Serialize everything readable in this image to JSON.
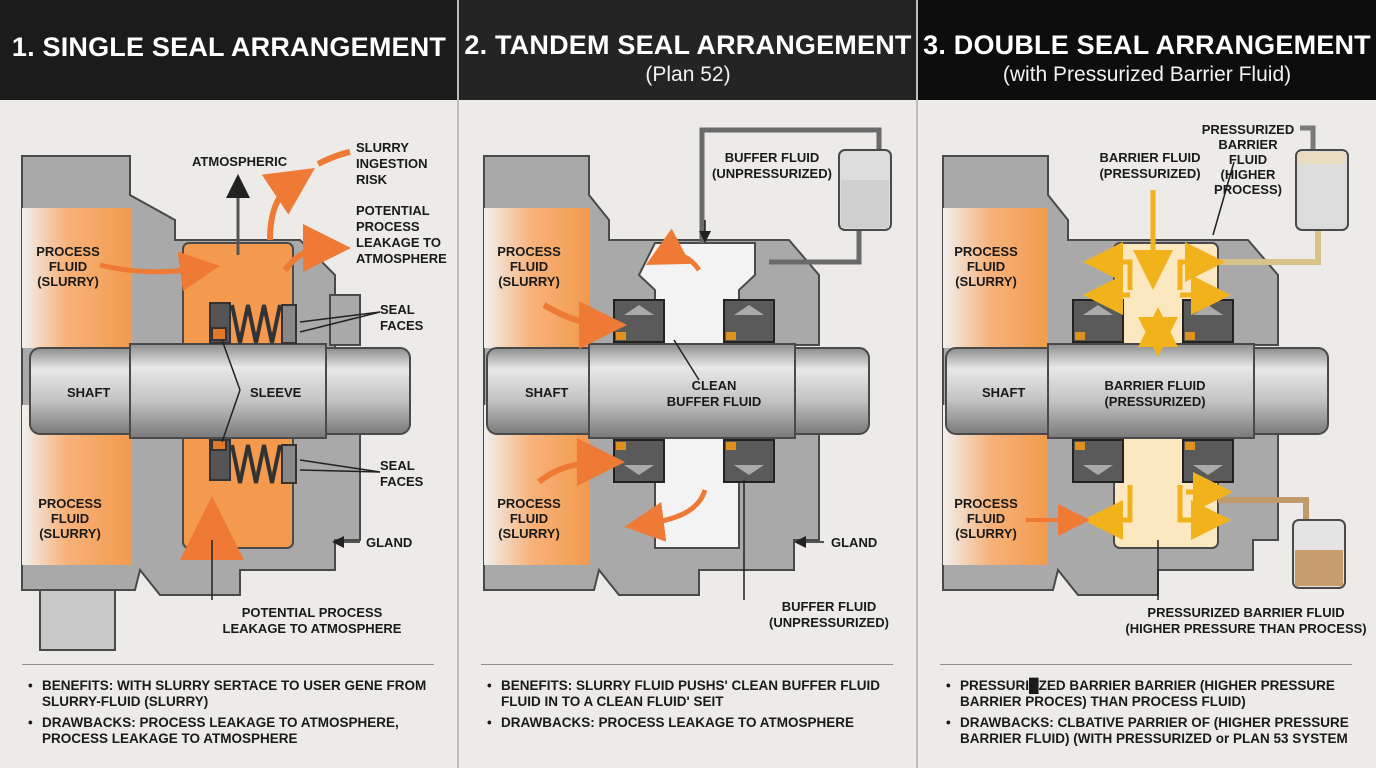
{
  "panels": [
    {
      "title": "1. SINGLE SEAL ARRANGEMENT",
      "subtitle": "",
      "labels": {
        "atmospheric": "ATMOSPHERIC",
        "slurry_risk": [
          "SLURRY",
          "INGESTION",
          "RISK"
        ],
        "potential_leak_top": [
          "POTENTIAL",
          "PROCESS",
          "LEAKAGE TO",
          "ATMOSPHERE"
        ],
        "process_fluid_top": [
          "PROCESS",
          "FLUID",
          "(SLURRY)"
        ],
        "seal_faces_top": [
          "SEAL",
          "FACES"
        ],
        "shaft": "SHAFT",
        "sleeve": "SLEEVE",
        "seal_faces_bottom": [
          "SEAL",
          "FACES"
        ],
        "process_fluid_bottom": [
          "PROCESS",
          "FLUID",
          "(SLURRY)"
        ],
        "gland": "GLAND",
        "potential_leak_bottom": [
          "POTENTIAL PROCESS",
          "LEAKAGE TO ATMOSPHERE"
        ]
      },
      "benefits": "BENEFITS: WITH SLURRY SERTACE TO USER GENE FROM SLURRY-FLUID (SLURRY)",
      "drawbacks": "DRAWBACKS: PROCESS LEAKAGE TO ATMOSPHERE, PROCESS LEAKAGE TO ATMOSPHERE"
    },
    {
      "title": "2. TANDEM SEAL ARRANGEMENT",
      "subtitle": "(Plan 52)",
      "labels": {
        "buffer_top": [
          "BUFFER FLUID",
          "(UNPRESSURIZED)"
        ],
        "process_fluid_top": [
          "PROCESS",
          "FLUID",
          "(SLURRY)"
        ],
        "shaft": "SHAFT",
        "clean_buffer": [
          "CLEAN",
          "BUFFER FLUID"
        ],
        "process_fluid_bottom": [
          "PROCESS",
          "FLUID",
          "(SLURRY)"
        ],
        "gland": "GLAND",
        "buffer_bottom": [
          "BUFFER FLUID",
          "(UNPRESSURIZED)"
        ]
      },
      "benefits": "BENEFITS: SLURRY FLUID PUSHS' CLEAN BUFFER FLUID FLUID IN TO A CLEAN FLUID' SEIT",
      "drawbacks": "DRAWBACKS: PROCESS LEAKAGE TO ATMOSPHERE"
    },
    {
      "title": "3. DOUBLE SEAL ARRANGEMENT",
      "subtitle": "(with Pressurized Barrier Fluid)",
      "labels": {
        "barrier_top": [
          "BARRIER FLUID",
          "(PRESSURIZED)"
        ],
        "pressurized_reservoir": [
          "PRESSURIZED",
          "BARRIER",
          "FLUID",
          "(HIGHER",
          "PROCESS)"
        ],
        "process_fluid_top": [
          "PROCESS",
          "FLUID",
          "(SLURRY)"
        ],
        "shaft": "SHAFT",
        "barrier_center": [
          "BARRIER FLUID",
          "(PRESSURIZED)"
        ],
        "process_fluid_bottom": [
          "PROCESS",
          "FLUID",
          "(SLURRY)"
        ],
        "pressurized_bottom": [
          "PRESSURIZED BARRIER FLUID",
          "(HIGHER PRESSURE THAN PROCESS)"
        ]
      },
      "benefits": "PRESSURI█ZED BARRIER BARRIER (HIGHER PRESSURE BARRIER PROCES) THAN PROCESS FLUID)",
      "drawbacks": "DRAWBACKS: CLBATIVE PARRIER OF (HIGHER PRESSURE BARRIER FLUID) (WITH PRESSURIZED or PLAN 53 SYSTEM"
    }
  ],
  "colors": {
    "header": "#1b1b1b",
    "housing": "#a9a9a9",
    "housing_edge": "#4a4a4a",
    "process_orange": "#f39a4e",
    "arrow_orange": "#ef7a36",
    "barrier_yellow": "#f2b21c",
    "barrier_fill": "#fbe7c0"
  }
}
